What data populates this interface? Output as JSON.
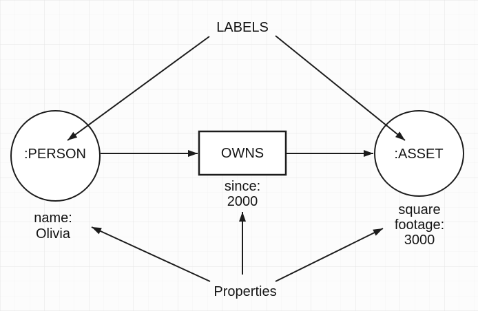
{
  "theme": {
    "background_color": "#fcfcfc",
    "grid_minor_color": "#f3f3f3",
    "grid_major_color": "#e4e4e4",
    "line_color": "#1c1c1c",
    "text_color": "#141414"
  },
  "diagram": {
    "labels_annotation": "LABELS",
    "properties_annotation": "Properties",
    "person": {
      "label": ":PERSON",
      "property_lines": [
        "name:",
        "Olivia"
      ]
    },
    "owns": {
      "label": "OWNS",
      "property_lines": [
        "since:",
        "2000"
      ]
    },
    "asset": {
      "label": ":ASSET",
      "property_lines": [
        "square",
        "footage:",
        "3000"
      ]
    }
  }
}
